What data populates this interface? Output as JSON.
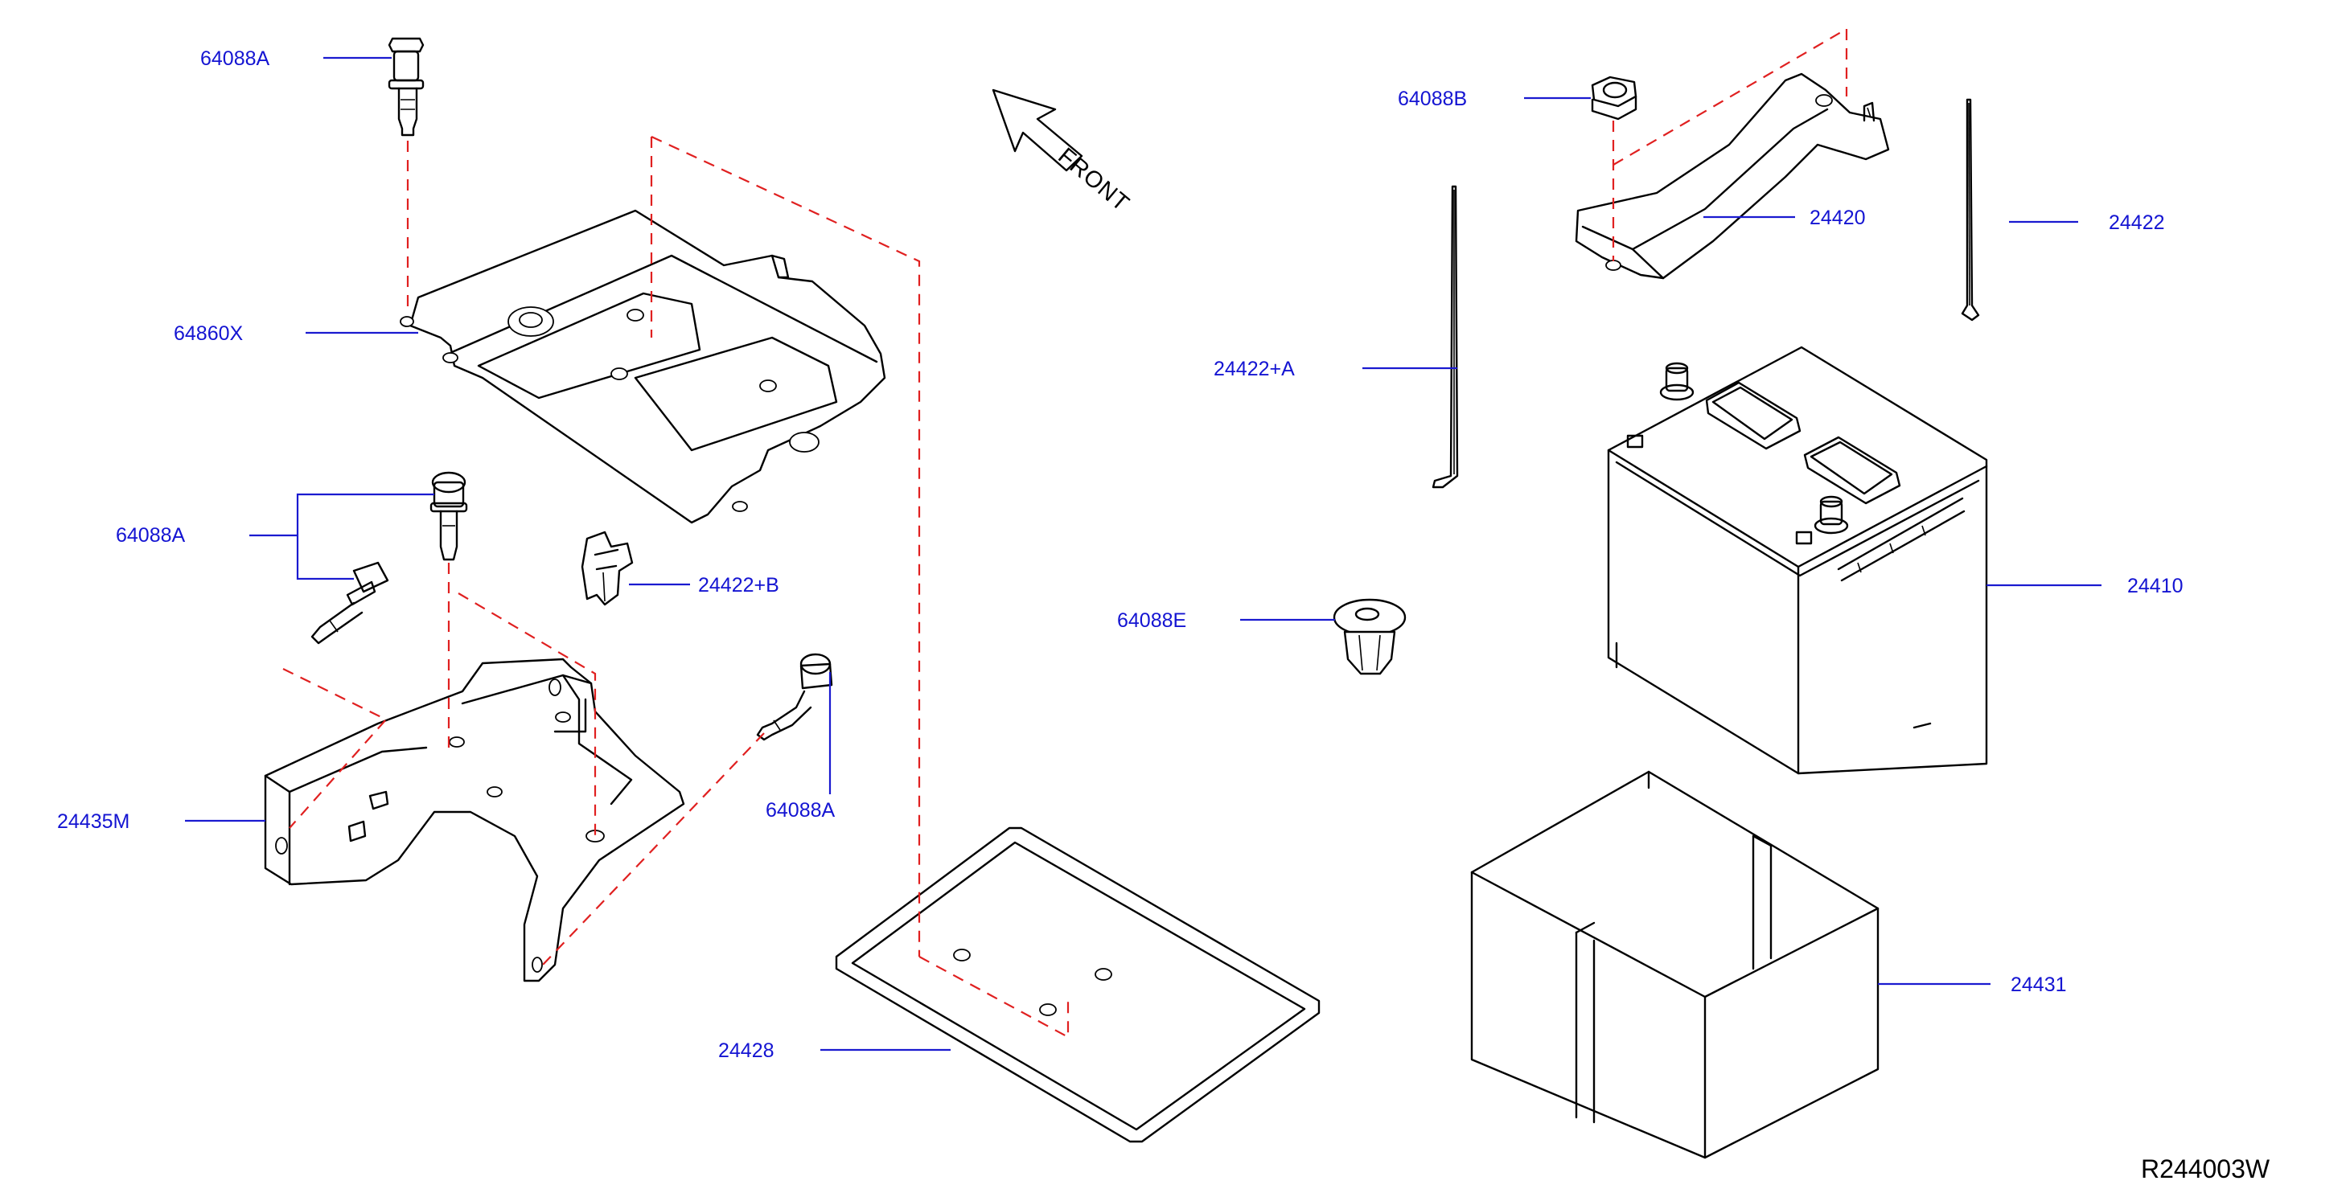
{
  "diagram": {
    "direction_label": "FRONT",
    "reference_code": "R244003W",
    "callouts": [
      {
        "id": "c1",
        "text": "64088A"
      },
      {
        "id": "c2",
        "text": "64860X"
      },
      {
        "id": "c3",
        "text": "64088A"
      },
      {
        "id": "c4",
        "text": "24422+B"
      },
      {
        "id": "c5",
        "text": "24435M"
      },
      {
        "id": "c6",
        "text": "64088A"
      },
      {
        "id": "c7",
        "text": "24428"
      },
      {
        "id": "c8",
        "text": "64088B"
      },
      {
        "id": "c9",
        "text": "24420"
      },
      {
        "id": "c10",
        "text": "24422"
      },
      {
        "id": "c11",
        "text": "24422+A"
      },
      {
        "id": "c12",
        "text": "24410"
      },
      {
        "id": "c13",
        "text": "64088E"
      },
      {
        "id": "c14",
        "text": "24431"
      }
    ]
  },
  "colors": {
    "callout_text": "#1414d2",
    "leader_line": "#1a1ad0",
    "alignment_dash": "#e02020",
    "part_outline": "#000000"
  }
}
